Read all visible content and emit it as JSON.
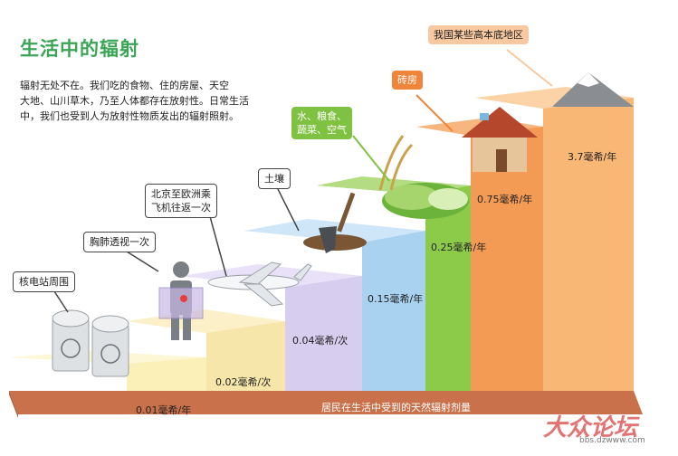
{
  "header": {
    "title": "生活中的辐射",
    "intro_lines": [
      "辐射无处不在。我们吃的食物、住的房屋、天空",
      "大地、山川草木，乃至人体都存在放射性。日常生活",
      "中，我们也受到人为放射性物质发出的辐射照射。"
    ]
  },
  "steps": [
    {
      "bubble": "核电站周围",
      "value": "0.01毫希/年"
    },
    {
      "bubble": "胸肺透视一次",
      "value": "0.02毫希/次"
    },
    {
      "bubble_lines": [
        "北京至欧洲乘",
        "飞机往返一次"
      ],
      "value": "0.04毫希/次"
    },
    {
      "bubble": "土壤",
      "value": "0.15毫希/年"
    },
    {
      "bubble_lines": [
        "水、粮食、",
        "蔬菜、空气"
      ],
      "value": "0.25毫希/年"
    },
    {
      "bubble": "砖房",
      "value": "0.75毫希/年"
    },
    {
      "bubble": "我国某些高本底地区",
      "value": "3.7毫希/年"
    }
  ],
  "footer": {
    "label": "居民在生活中受到的天然辐射剂量"
  },
  "watermark": {
    "logo": "大众论坛",
    "url": "bbs.dzwww.com"
  },
  "colors": {
    "title_green": "#3aa655",
    "base": "#c9714a",
    "step1": "#fbf1b8",
    "step2": "#f7e6a9",
    "step3": "#d7cdef",
    "step4": "#a9d2f0",
    "step5": "#8ccb4a",
    "step6": "#f39a55",
    "step7": "#f8b774"
  }
}
